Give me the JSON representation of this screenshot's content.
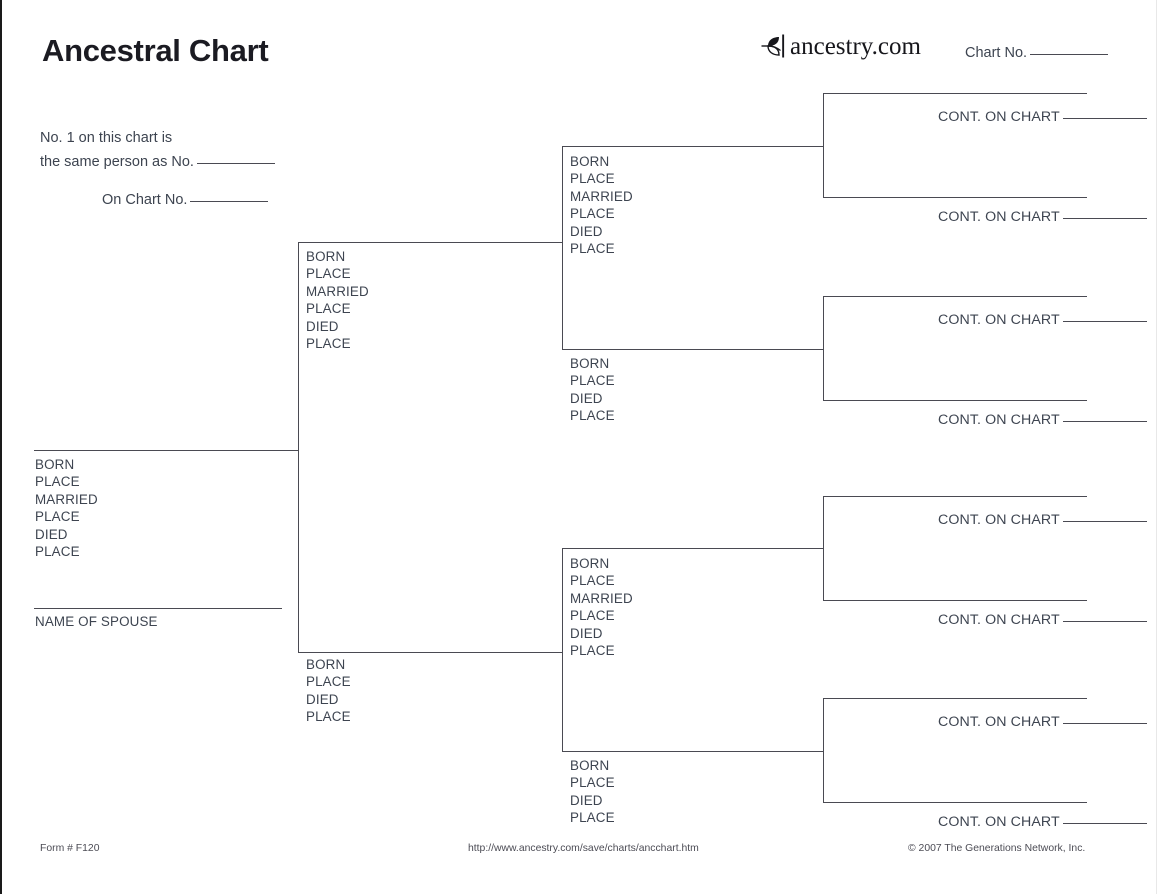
{
  "page": {
    "title": "Ancestral Chart"
  },
  "brand": {
    "icon": "ancestry-leaf-icon",
    "text": "ancestry.com"
  },
  "chart_no": {
    "label": "Chart No."
  },
  "note": {
    "line1": "No. 1 on this chart is",
    "line2": "the same person as No.",
    "line3": "On Chart No."
  },
  "field_labels": {
    "born": "BORN",
    "place": "PLACE",
    "married": "MARRIED",
    "died": "DIED",
    "name_of_spouse": "NAME OF SPOUSE"
  },
  "cont_label": "CONT. ON CHART",
  "persons": [
    {
      "id": "person-1",
      "generation": 1,
      "fields": [
        "BORN",
        "PLACE",
        "MARRIED",
        "PLACE",
        "DIED",
        "PLACE"
      ],
      "spouse_caption": "NAME OF SPOUSE"
    },
    {
      "id": "person-2-father",
      "generation": 2,
      "fields": [
        "BORN",
        "PLACE",
        "MARRIED",
        "PLACE",
        "DIED",
        "PLACE"
      ]
    },
    {
      "id": "person-3-mother",
      "generation": 2,
      "fields": [
        "BORN",
        "PLACE",
        "DIED",
        "PLACE"
      ]
    },
    {
      "id": "person-4",
      "generation": 3,
      "fields": [
        "BORN",
        "PLACE",
        "MARRIED",
        "PLACE",
        "DIED",
        "PLACE"
      ]
    },
    {
      "id": "person-5",
      "generation": 3,
      "fields": [
        "BORN",
        "PLACE",
        "DIED",
        "PLACE"
      ]
    },
    {
      "id": "person-6",
      "generation": 3,
      "fields": [
        "BORN",
        "PLACE",
        "MARRIED",
        "PLACE",
        "DIED",
        "PLACE"
      ]
    },
    {
      "id": "person-7",
      "generation": 3,
      "fields": [
        "BORN",
        "PLACE",
        "DIED",
        "PLACE"
      ]
    }
  ],
  "cont_slots": [
    {
      "id": "cont-8",
      "label": "CONT. ON CHART"
    },
    {
      "id": "cont-9",
      "label": "CONT. ON CHART"
    },
    {
      "id": "cont-10",
      "label": "CONT. ON CHART"
    },
    {
      "id": "cont-11",
      "label": "CONT. ON CHART"
    },
    {
      "id": "cont-12",
      "label": "CONT. ON CHART"
    },
    {
      "id": "cont-13",
      "label": "CONT. ON CHART"
    },
    {
      "id": "cont-14",
      "label": "CONT. ON CHART"
    },
    {
      "id": "cont-15",
      "label": "CONT. ON CHART"
    }
  ],
  "footer": {
    "form_number": "Form # F120",
    "url": "http://www.ancestry.com/save/charts/ancchart.htm",
    "copyright": "© 2007 The Generations Network, Inc."
  },
  "colors": {
    "text": "#3d4450",
    "title": "#1b1b22",
    "rule": "#4a4a52"
  }
}
